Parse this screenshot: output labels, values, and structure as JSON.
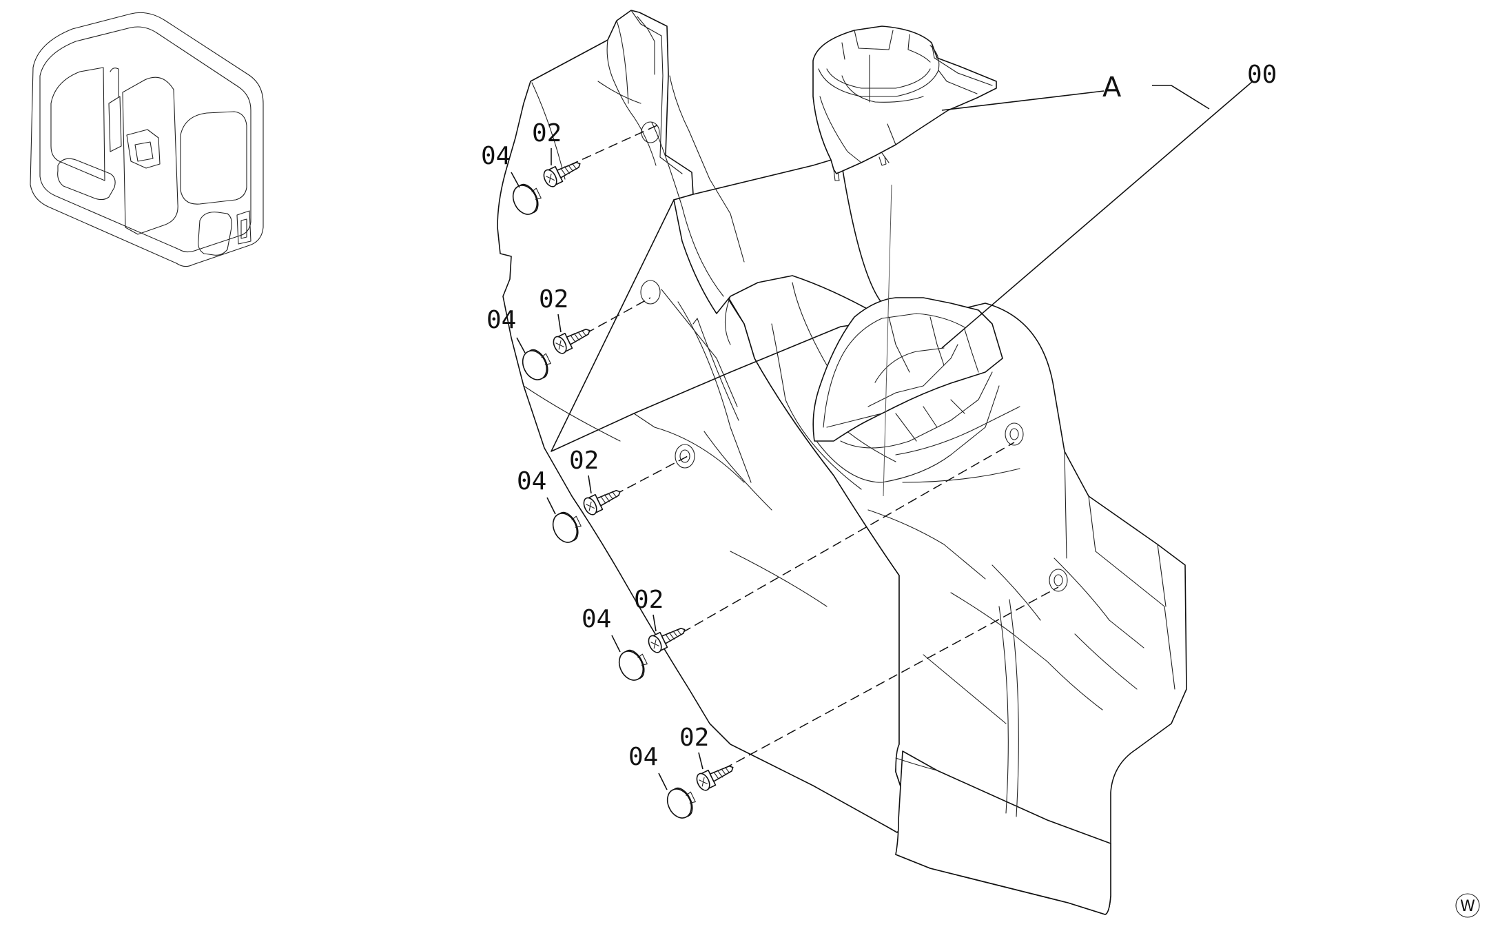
{
  "labels": {
    "assembly": "00",
    "subassembly": "A",
    "screw": "02",
    "cap": "04"
  },
  "stamp": "W",
  "callouts": [
    {
      "cap": "04",
      "screw": "02"
    },
    {
      "cap": "04",
      "screw": "02"
    },
    {
      "cap": "04",
      "screw": "02"
    },
    {
      "cap": "04",
      "screw": "02"
    },
    {
      "cap": "04",
      "screw": "02"
    }
  ]
}
